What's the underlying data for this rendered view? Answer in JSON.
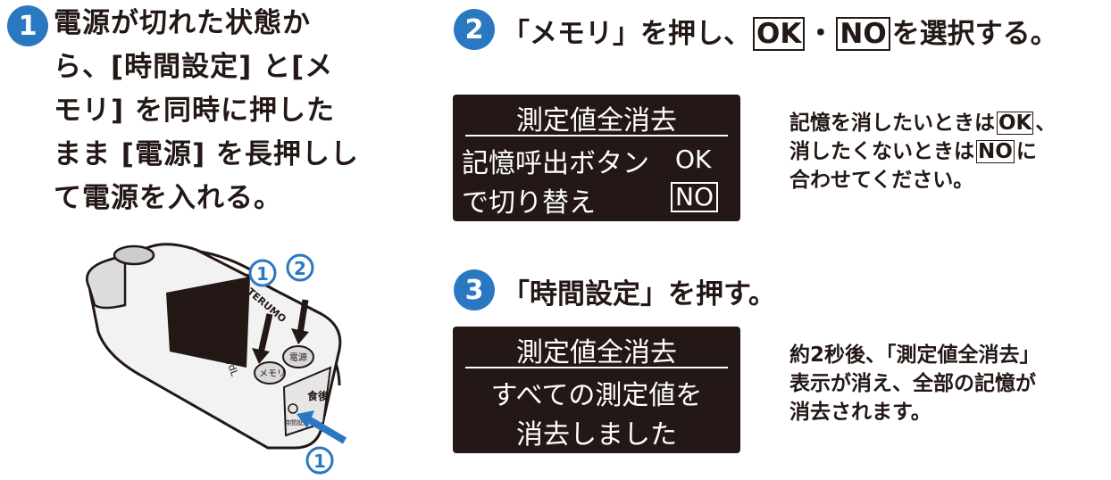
{
  "step1": {
    "number": "1",
    "lines": [
      "電源が切れた状態か",
      "ら、[時間設定] と[メ",
      "モリ] を同時に押した",
      "まま [電源] を長押しし",
      "て電源を入れる。"
    ]
  },
  "step2": {
    "number": "2",
    "title_pre": "「メモリ」を押し、",
    "ok": "OK",
    "dot": "・",
    "no": "NO",
    "title_post": "を選択する。"
  },
  "screen1": {
    "title": "測定値全消去",
    "line1": "記憶呼出ボタン",
    "line2": "で切り替え",
    "ok": "OK",
    "no": "NO"
  },
  "note1": {
    "line1_pre": "記憶を消したいときは",
    "line1_box": "OK",
    "line1_post": "、",
    "line2_pre": "消したくないときは",
    "line2_box": "NO",
    "line2_post": "に",
    "line3": "合わせてください。"
  },
  "step3": {
    "number": "3",
    "title": "「時間設定」を押す。"
  },
  "screen2": {
    "title": "測定値全消去",
    "line1": "すべての測定値を",
    "line2": "消去しました"
  },
  "note2": {
    "line1": "約2秒後、「測定値全消去」",
    "line2": "表示が消え、全部の記憶が",
    "line3": "消去されます。"
  },
  "device": {
    "brand": "TERUMO",
    "unit": "mg/dL",
    "btn_memory": "メモリ",
    "btn_power": "電源",
    "btn_meal": "食後",
    "btn_time": "時間設定",
    "callout1": "1",
    "callout2": "2",
    "callout3": "1"
  },
  "colors": {
    "step_blue": "#2b78c2",
    "ink": "#231815"
  }
}
